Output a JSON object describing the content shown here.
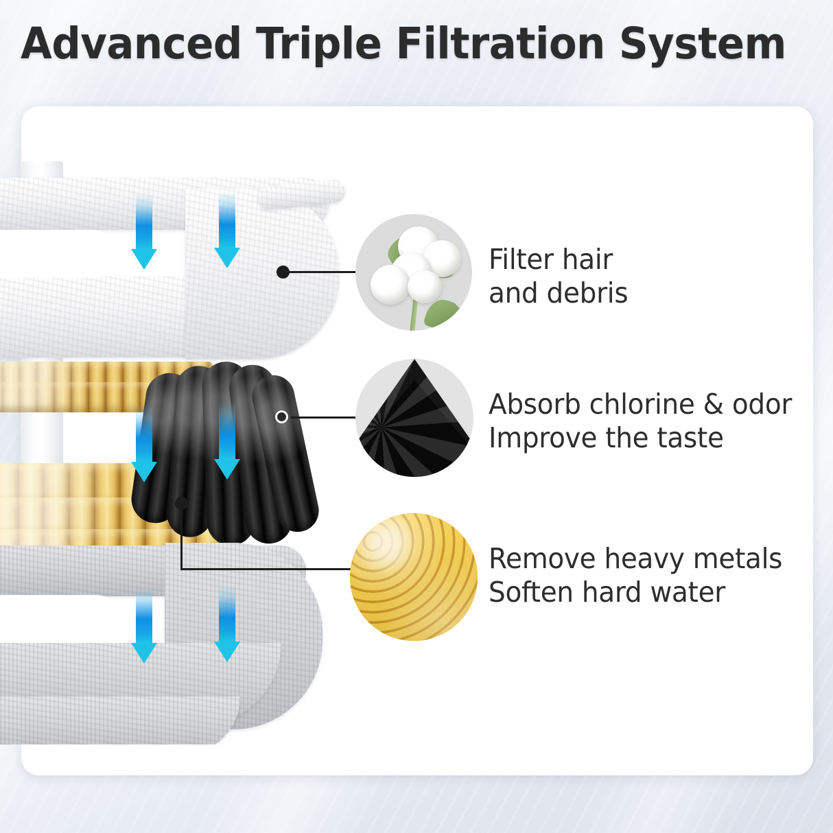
{
  "page": {
    "title": "Advanced Triple Filtration System",
    "background_color": "#e6eaf1",
    "card_color": "#ffffff"
  },
  "illustration": {
    "name": "triple-layer-shower-filter-cutaway",
    "arrow_color_top": "#0f8fe2",
    "arrow_color_tip": "#1fc3e8",
    "arrow_count": 6,
    "layers": [
      {
        "name": "cotton-non-woven-layer",
        "material": "non-woven cotton fabric",
        "color": "#f2f2f3"
      },
      {
        "name": "resin-bead-layer",
        "material": "ion exchange resin beads",
        "color": "#e6c063"
      },
      {
        "name": "carbon-bead-layer",
        "material": "activated carbon beads",
        "color": "#1d1d1d"
      },
      {
        "name": "lower-non-woven-layer",
        "material": "non-woven pad",
        "color": "#d6d8db"
      }
    ]
  },
  "callouts": [
    {
      "id": "cotton",
      "icon": "cotton-boll-icon",
      "badge_bg": "#dcdcdc",
      "marker": "filled-dot",
      "lines": [
        "Filter hair",
        "and debris"
      ]
    },
    {
      "id": "carbon",
      "icon": "activated-carbon-granules-icon",
      "badge_bg": "#e3e3e3",
      "marker": "open-dot",
      "lines": [
        "Absorb chlorine & odor",
        "Improve the taste"
      ]
    },
    {
      "id": "resin",
      "icon": "ion-exchange-resin-beads-icon",
      "badge_bg": "#e6b93a",
      "marker": "filled-dot",
      "lines": [
        "Remove heavy metals",
        "Soften hard water"
      ]
    }
  ]
}
